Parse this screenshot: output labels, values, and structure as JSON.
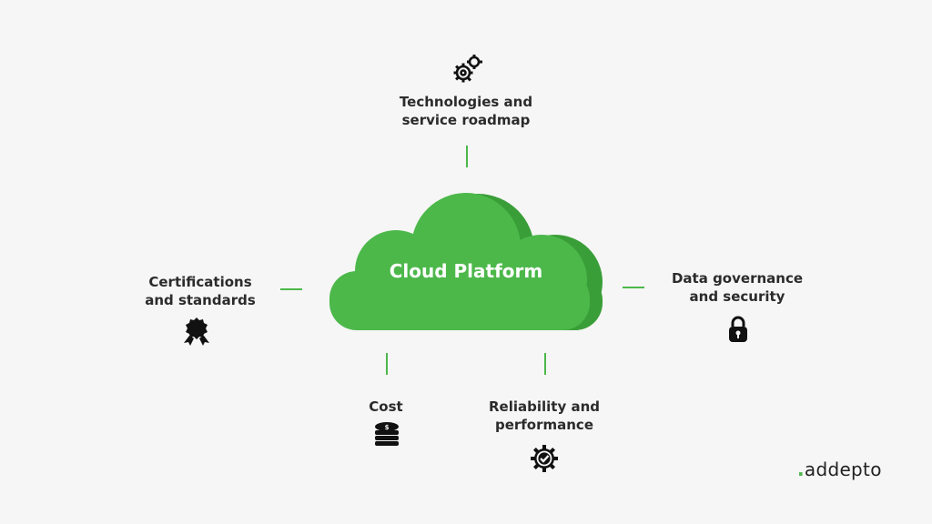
{
  "center": {
    "title": "Cloud Platform"
  },
  "nodes": {
    "tech": {
      "line1": "Technologies and",
      "line2": "service roadmap",
      "icon": "gears-icon"
    },
    "certs": {
      "line1": "Certifications",
      "line2": "and standards",
      "icon": "award-badge-icon"
    },
    "data": {
      "line1": "Data governance",
      "line2": "and security",
      "icon": "padlock-icon"
    },
    "cost": {
      "line1": "Cost",
      "icon": "coin-stack-icon"
    },
    "reliability": {
      "line1": "Reliability and",
      "line2": "performance",
      "icon": "check-gear-icon"
    }
  },
  "brand": {
    "dot": ".",
    "name": "addepto"
  },
  "colors": {
    "cloud": "#4cb84a",
    "cloud_shadow": "#3a9e38",
    "connector": "#4cb84a",
    "text": "#2b2b2b",
    "background": "#f6f6f6"
  }
}
